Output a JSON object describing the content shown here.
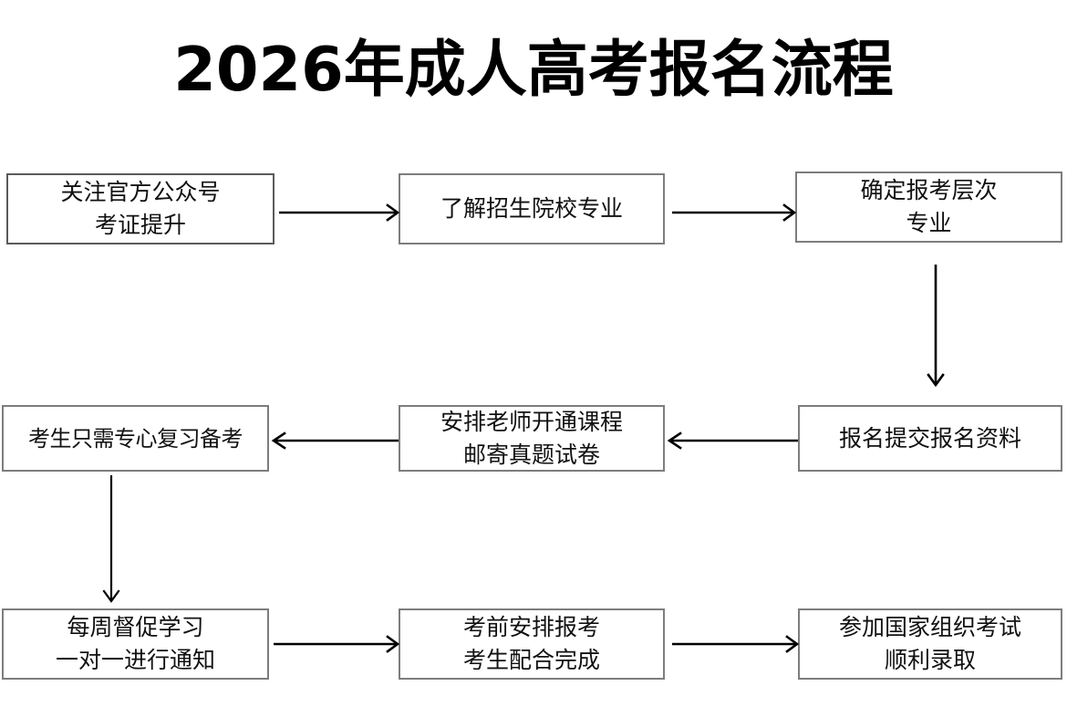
{
  "page": {
    "title": "2026年成人高考报名流程",
    "background_color": "#ffffff",
    "box_border_color": "#7d7d7d",
    "text_color": "#111111",
    "arrow_color": "#000000"
  },
  "flow": {
    "nodes": [
      {
        "id": "node-1",
        "name": "follow-official-account",
        "lines": [
          "关注官方公众号",
          "考证提升"
        ]
      },
      {
        "id": "node-2",
        "name": "learn-schools-majors",
        "lines": [
          "了解招生院校专业"
        ]
      },
      {
        "id": "node-3",
        "name": "confirm-level-major",
        "lines": [
          "确定报考层次",
          "专业"
        ]
      },
      {
        "id": "node-4",
        "name": "student-focus-review",
        "lines": [
          "考生只需专心复习备考"
        ]
      },
      {
        "id": "node-5",
        "name": "teacher-opens-course",
        "lines": [
          "安排老师开通课程",
          "邮寄真题试卷"
        ]
      },
      {
        "id": "node-6",
        "name": "submit-application-materials",
        "lines": [
          "报名提交报名资料"
        ]
      },
      {
        "id": "node-7",
        "name": "weekly-study-supervision",
        "lines": [
          "每周督促学习",
          "一对一进行通知"
        ]
      },
      {
        "id": "node-8",
        "name": "pre-exam-registration",
        "lines": [
          "考前安排报考",
          "考生配合完成"
        ]
      },
      {
        "id": "node-9",
        "name": "national-exam-admission",
        "lines": [
          "参加国家组织考试",
          "顺利录取"
        ]
      }
    ],
    "connectors": [
      {
        "id": "conn-1-2",
        "from": "node-1",
        "to": "node-2",
        "direction": "right"
      },
      {
        "id": "conn-2-3",
        "from": "node-2",
        "to": "node-3",
        "direction": "right"
      },
      {
        "id": "conn-3-6",
        "from": "node-3",
        "to": "node-6",
        "direction": "down"
      },
      {
        "id": "conn-6-5",
        "from": "node-6",
        "to": "node-5",
        "direction": "left"
      },
      {
        "id": "conn-5-4",
        "from": "node-5",
        "to": "node-4",
        "direction": "left"
      },
      {
        "id": "conn-4-7",
        "from": "node-4",
        "to": "node-7",
        "direction": "down"
      },
      {
        "id": "conn-7-8",
        "from": "node-7",
        "to": "node-8",
        "direction": "right"
      },
      {
        "id": "conn-8-9",
        "from": "node-8",
        "to": "node-9",
        "direction": "right"
      }
    ]
  }
}
